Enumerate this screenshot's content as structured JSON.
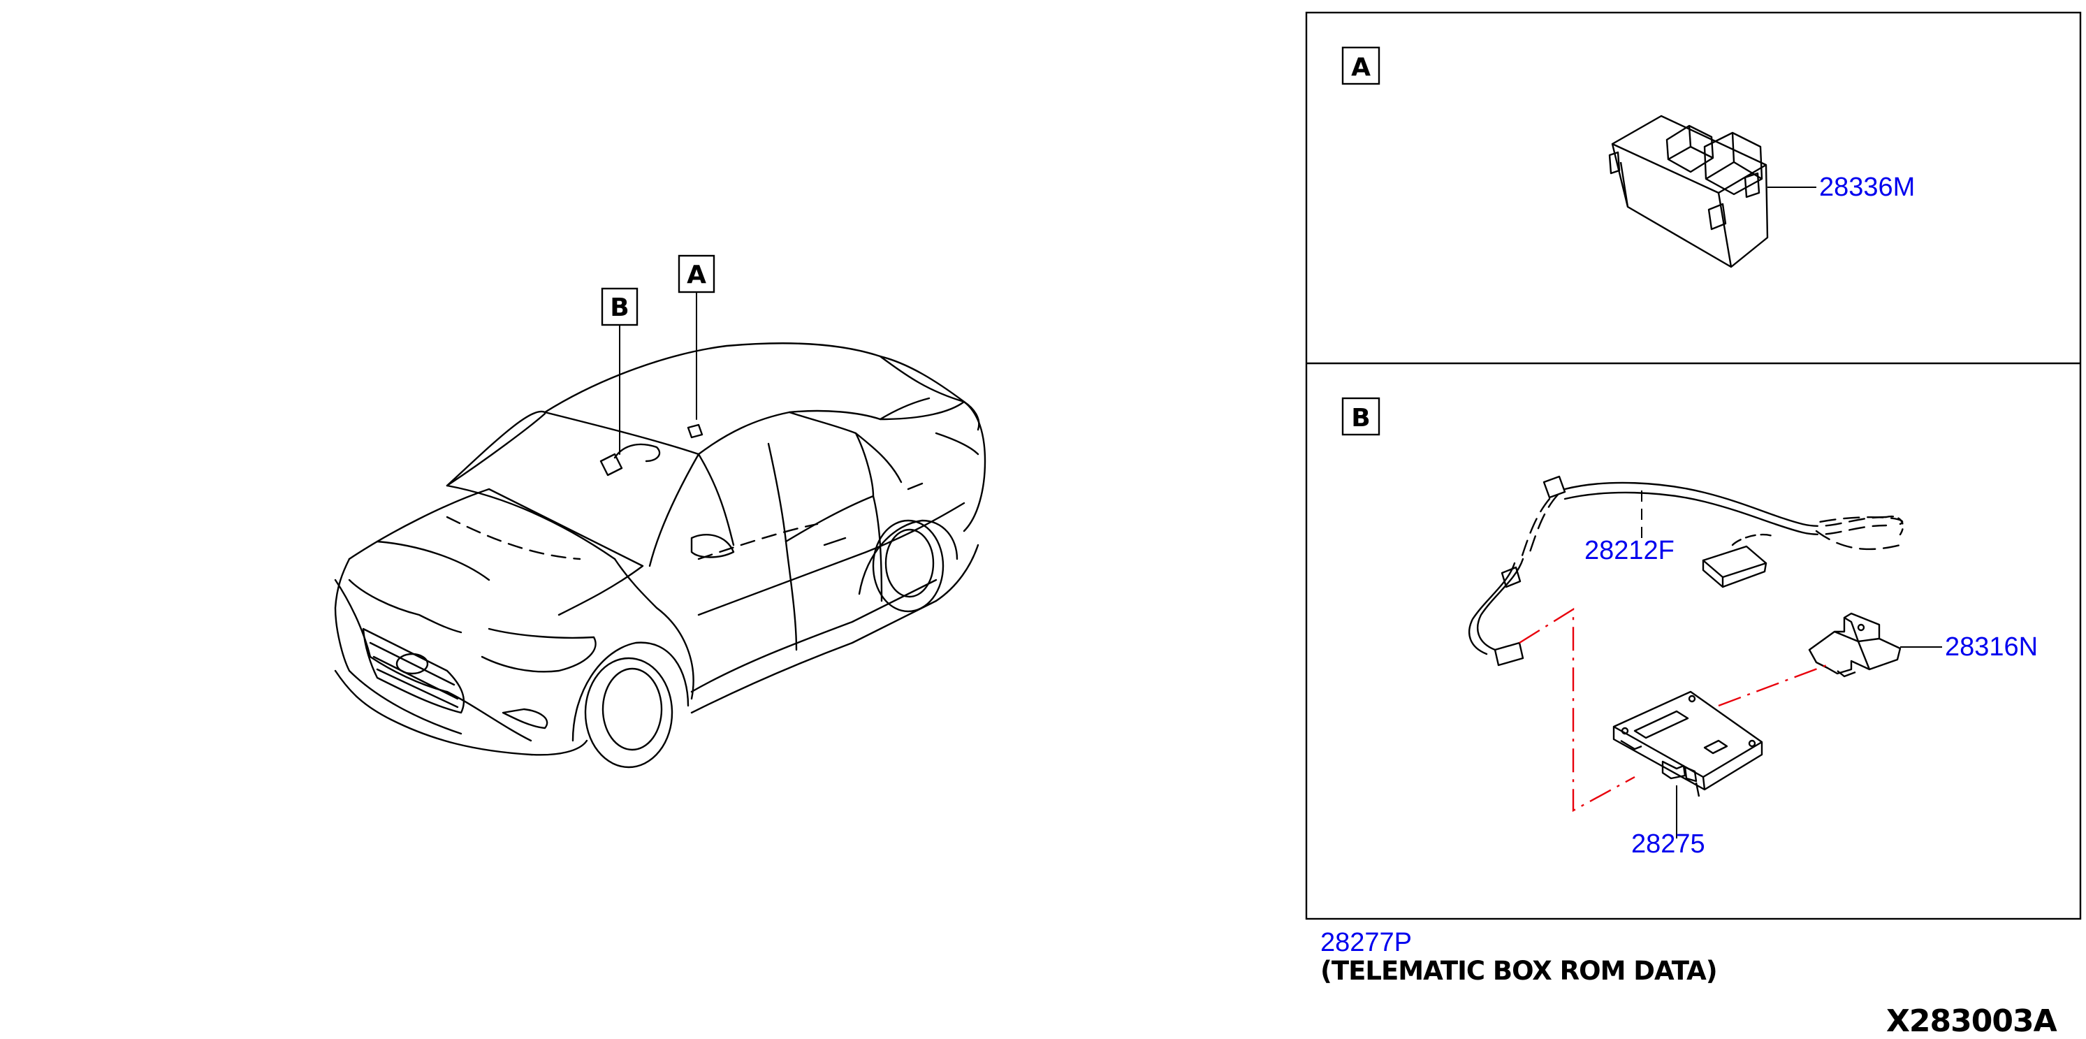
{
  "car_view": {
    "label_a": "A",
    "label_b": "B"
  },
  "panel_a": {
    "label": "A",
    "parts": [
      {
        "number": "28336M"
      }
    ]
  },
  "panel_b": {
    "label": "B",
    "parts": [
      {
        "number": "28212F"
      },
      {
        "number": "28316N"
      },
      {
        "number": "28275"
      }
    ]
  },
  "caption": {
    "part_number": "28277P",
    "description": "(TELEMATIC BOX ROM DATA)"
  },
  "figure_id": "X283003A",
  "colors": {
    "callout": "#0000ee",
    "leader_dash": "#e8000b",
    "line": "#000000"
  }
}
